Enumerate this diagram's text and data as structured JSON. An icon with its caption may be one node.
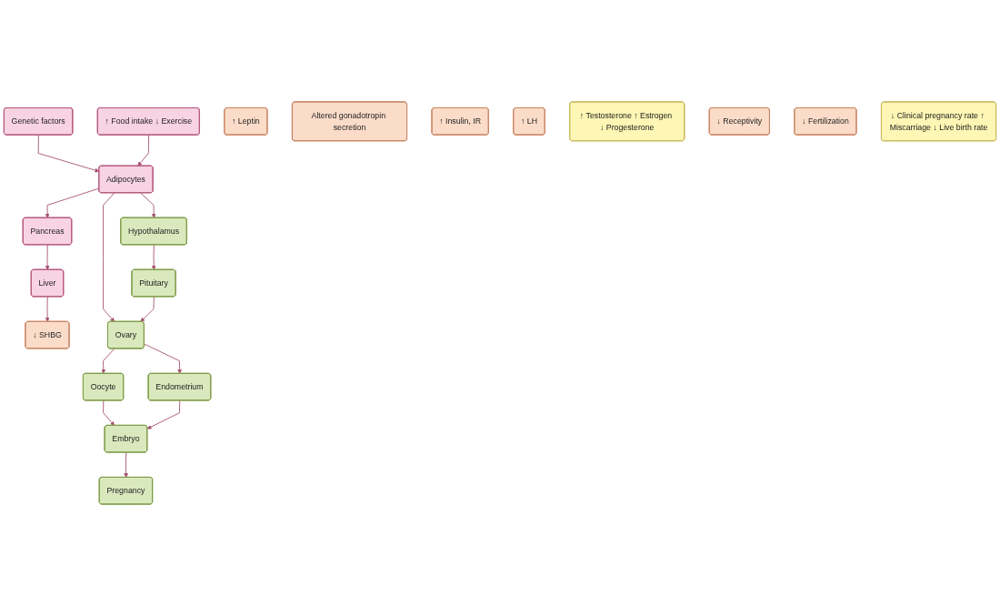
{
  "diagram": {
    "nodes": [
      {
        "text": [
          "Genetic factors"
        ]
      },
      {
        "text": [
          "↑ Food intake ↓ Exercise"
        ]
      },
      {
        "text": [
          "Hypothalamus"
        ]
      },
      {
        "text": [
          "Adipocytes"
        ]
      },
      {
        "text": [
          "↑ Leptin"
        ]
      },
      {
        "text": [
          "Altered gonadotropin secretion"
        ]
      },
      {
        "text": [
          "↑ Insulin, IR"
        ]
      },
      {
        "text": [
          "Pituitary"
        ]
      },
      {
        "text": [
          "Pancreas"
        ]
      },
      {
        "text": [
          "↓ SHBG"
        ]
      },
      {
        "text": [
          "↑ LH"
        ]
      },
      {
        "text": [
          "Ovary"
        ]
      },
      {
        "text": [
          "Endometrium"
        ]
      },
      {
        "text": [
          "Liver"
        ]
      },
      {
        "text": [
          "↑ Testosterone ↑ Estrogen ↓ Progesterone"
        ]
      },
      {
        "text": [
          "↓ Receptivity"
        ]
      },
      {
        "text": [
          "Oocyte"
        ]
      },
      {
        "text": [
          "↓ Fertilization"
        ]
      },
      {
        "text": [
          "Embryo"
        ]
      },
      {
        "text": [
          "↓ Clinical pregnancy rate ↑ Miscarriage ↓ Live birth rate"
        ]
      },
      {
        "text": [
          "Pregnancy"
        ]
      }
    ],
    "edges": [
      {
        "from": 0,
        "to": 3,
        "arrow": "to"
      },
      {
        "from": 1,
        "to": 3,
        "arrow": "to"
      },
      {
        "from": 3,
        "to": 2,
        "arrow": "to"
      },
      {
        "from": 3,
        "to": 11,
        "arrow": "to"
      },
      {
        "from": 3,
        "to": 8,
        "arrow": "to"
      },
      {
        "from": 8,
        "to": 13,
        "arrow": "to"
      },
      {
        "from": 13,
        "to": 9,
        "arrow": "to"
      },
      {
        "from": 2,
        "to": 7,
        "arrow": "to"
      },
      {
        "from": 7,
        "to": 11,
        "arrow": "to"
      },
      {
        "from": 11,
        "to": 12,
        "arrow": "to"
      },
      {
        "from": 11,
        "to": 16,
        "arrow": "to"
      },
      {
        "from": 16,
        "to": 18,
        "arrow": "to"
      },
      {
        "from": 12,
        "to": 18,
        "arrow": "to"
      },
      {
        "from": 18,
        "to": 20,
        "arrow": "to"
      }
    ]
  }
}
